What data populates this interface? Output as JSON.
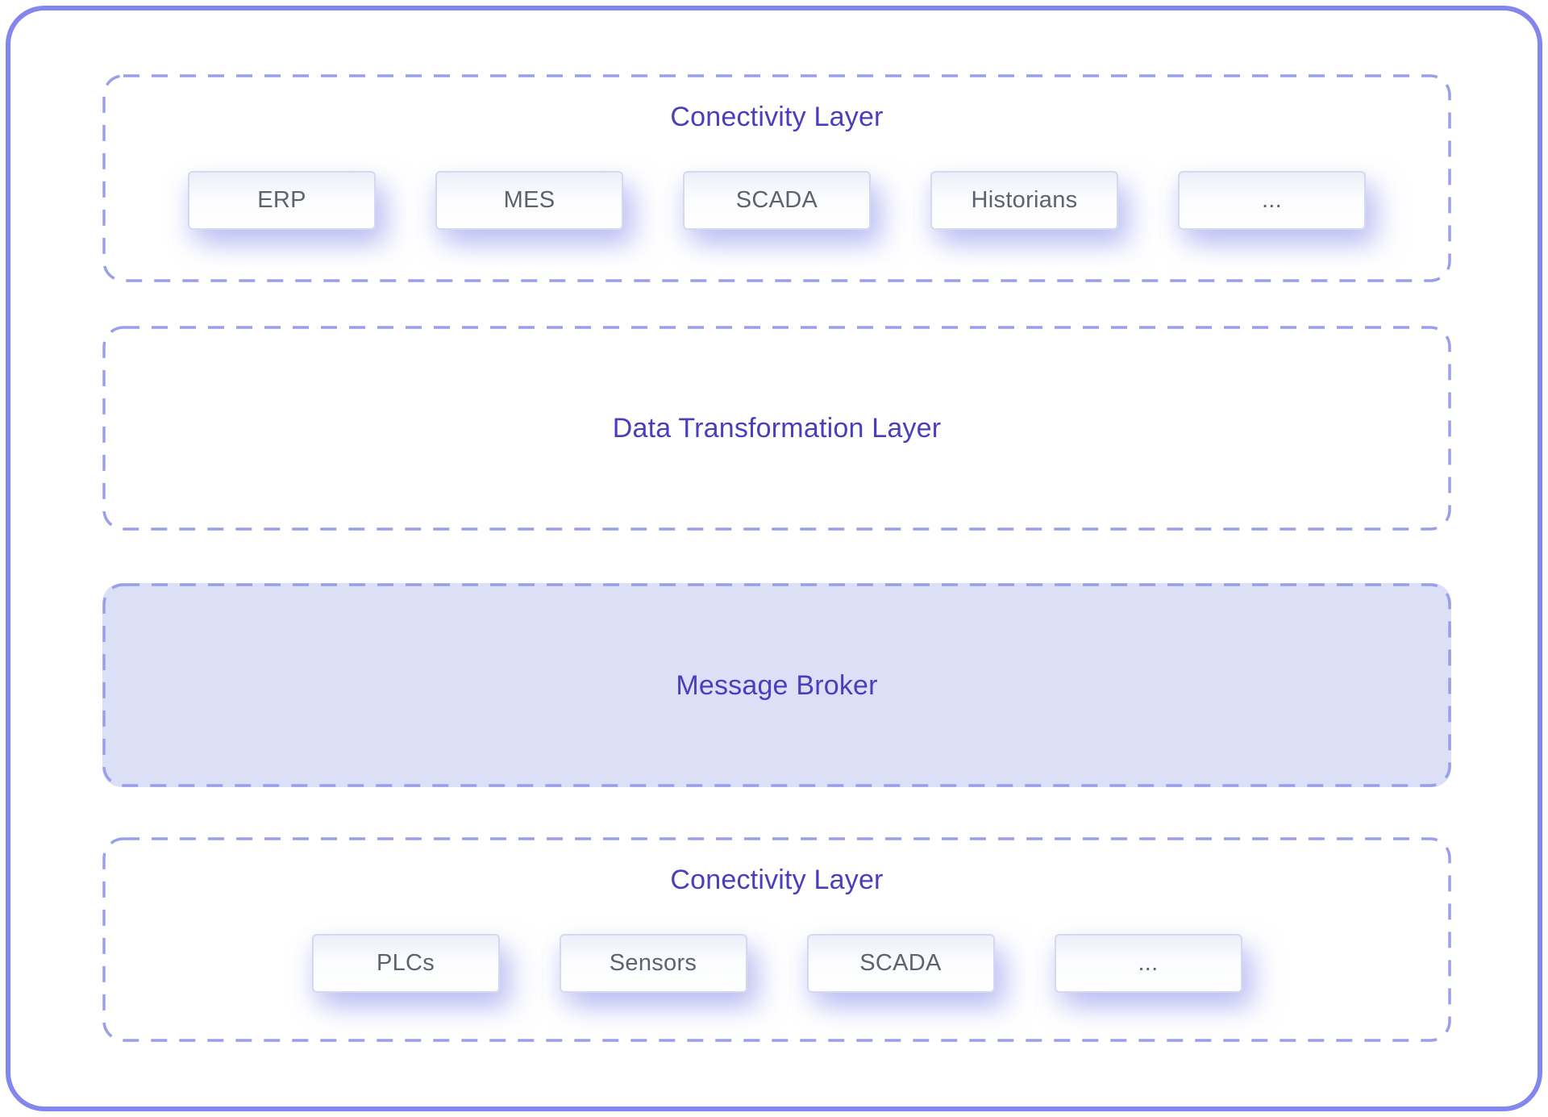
{
  "diagram": {
    "layers": [
      {
        "title": "Conectivity Layer",
        "boxes": [
          "ERP",
          "MES",
          "SCADA",
          "Historians",
          "..."
        ]
      },
      {
        "title": "Data Transformation Layer"
      },
      {
        "title": "Message Broker"
      },
      {
        "title": "Conectivity Layer",
        "boxes": [
          "PLCs",
          "Sensors",
          "SCADA",
          "..."
        ]
      }
    ],
    "colors": {
      "outer_border": "#8286ef",
      "dashed_border": "#99a0e9",
      "title_text": "#4a3dbe",
      "box_text": "#5d636e",
      "message_broker_fill": "#dbe0f7"
    }
  }
}
